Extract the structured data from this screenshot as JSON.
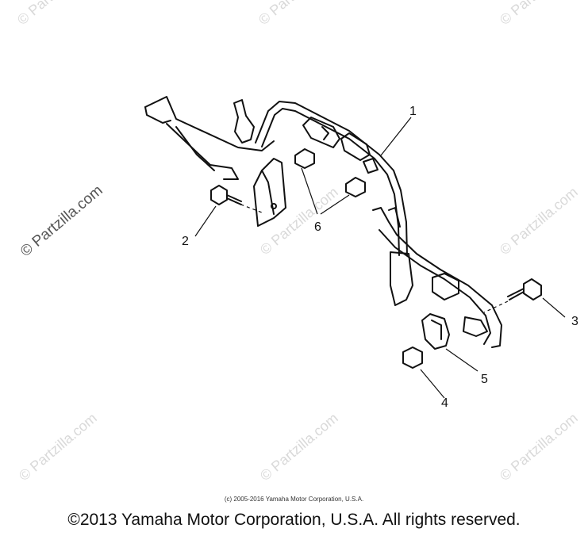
{
  "watermark": {
    "text": "© Partzilla.com"
  },
  "callouts": [
    "1",
    "2",
    "3",
    "4",
    "5",
    "6"
  ],
  "footer": {
    "small_copyright": "(c) 2005-2016 Yamaha Motor Corporation, U.S.A.",
    "main_copyright": "©2013 Yamaha Motor Corporation, U.S.A. All rights reserved."
  }
}
